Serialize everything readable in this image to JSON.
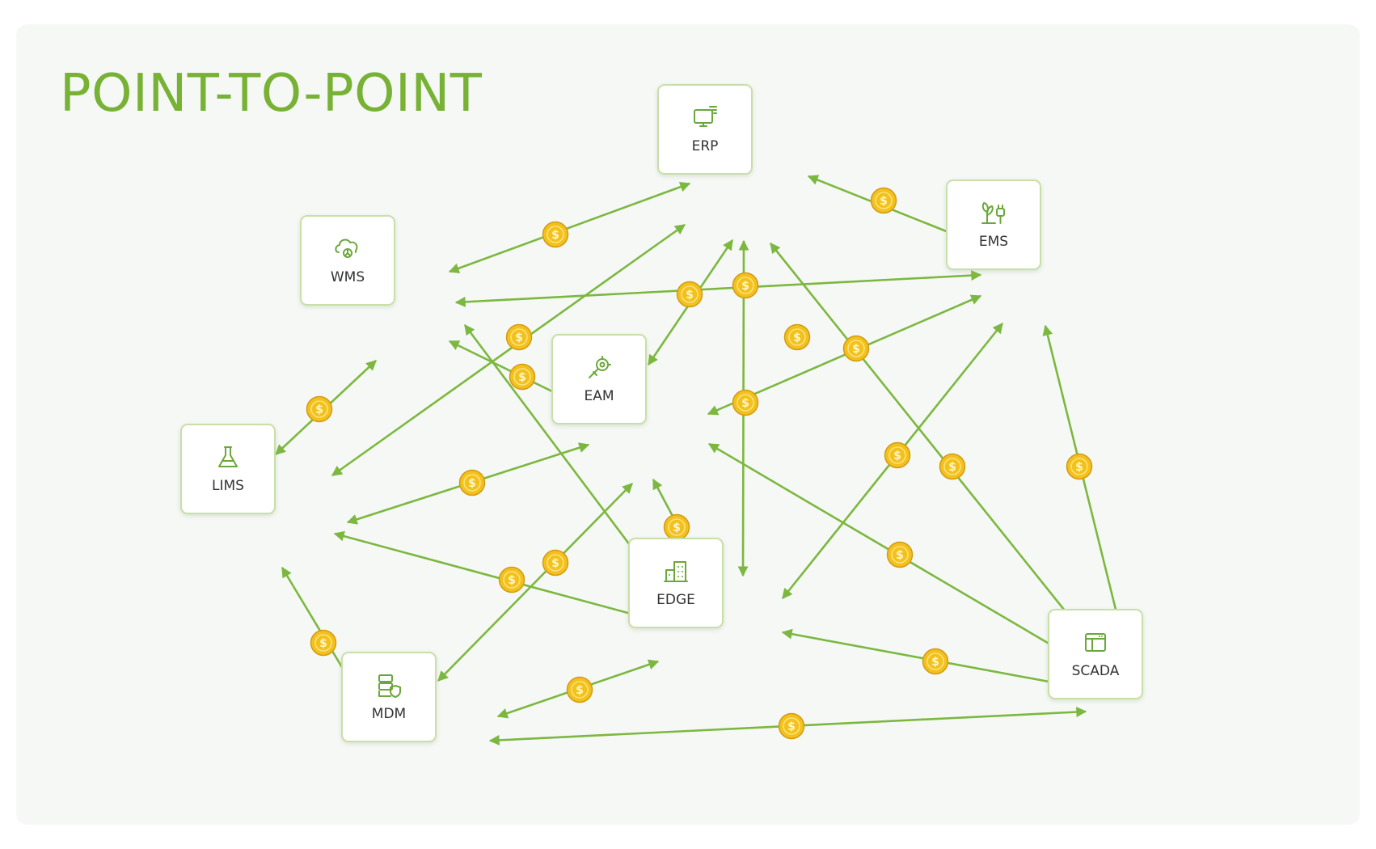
{
  "title": "POINT-TO-POINT",
  "colors": {
    "accent": "#77b235",
    "edge": "#7cb83f",
    "coin": "#f3c11d",
    "node_border": "#c9dfa8",
    "background": "#f6f8f6"
  },
  "nodes": [
    {
      "id": "erp",
      "label": "ERP",
      "icon": "monitor-icon"
    },
    {
      "id": "ems",
      "label": "EMS",
      "icon": "plant-plug-icon"
    },
    {
      "id": "wms",
      "label": "WMS",
      "icon": "cloud-network-icon"
    },
    {
      "id": "eam",
      "label": "EAM",
      "icon": "gear-wrench-icon"
    },
    {
      "id": "lims",
      "label": "LIMS",
      "icon": "flask-icon"
    },
    {
      "id": "edge",
      "label": "EDGE",
      "icon": "building-icon"
    },
    {
      "id": "mdm",
      "label": "MDM",
      "icon": "server-shield-icon"
    },
    {
      "id": "scada",
      "label": "SCADA",
      "icon": "browser-window-icon"
    }
  ],
  "coin_symbol": "$"
}
